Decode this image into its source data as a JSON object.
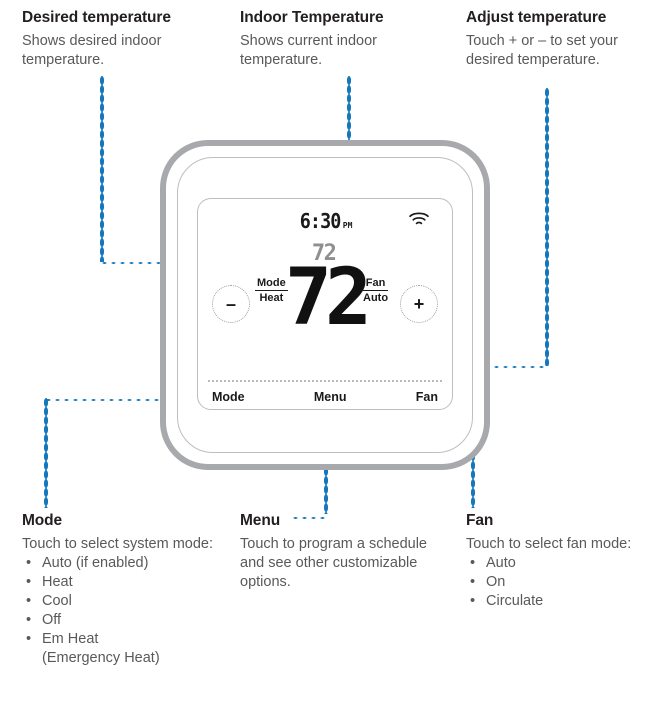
{
  "callouts": {
    "desired": {
      "title": "Desired temperature",
      "body": "Shows desired indoor temperature."
    },
    "indoor": {
      "title": "Indoor Temperature",
      "body": "Shows current indoor temperature."
    },
    "adjust": {
      "title": "Adjust temperature",
      "body": "Touch + or – to set your desired temperature."
    },
    "mode": {
      "title": "Mode",
      "body": "Touch to select system mode:",
      "options": [
        "Auto (if enabled)",
        "Heat",
        "Cool",
        "Off",
        "Em Heat"
      ],
      "option_sub": "(Emergency Heat)"
    },
    "menu": {
      "title": "Menu",
      "body": "Touch to program a schedule and see other customizable options."
    },
    "fan": {
      "title": "Fan",
      "body": "Touch to select fan mode:",
      "options": [
        "Auto",
        "On",
        "Circulate"
      ]
    }
  },
  "thermostat": {
    "time": "6:30",
    "time_period": "PM",
    "wifi_icon": "wifi-icon",
    "setpoint_temperature": "72",
    "indoor_temperature": "72",
    "mode": {
      "label": "Mode",
      "value": "Heat"
    },
    "fan": {
      "label": "Fan",
      "value": "Auto"
    },
    "decrease_button": "–",
    "increase_button": "+",
    "softkeys": {
      "left": "Mode",
      "center": "Menu",
      "right": "Fan"
    }
  },
  "colors": {
    "connector_blue": "#1578be",
    "shell_gray": "#a7a9ac",
    "inner_gray": "#bcbec0",
    "title_text": "#231f20",
    "body_text": "#58595b"
  }
}
